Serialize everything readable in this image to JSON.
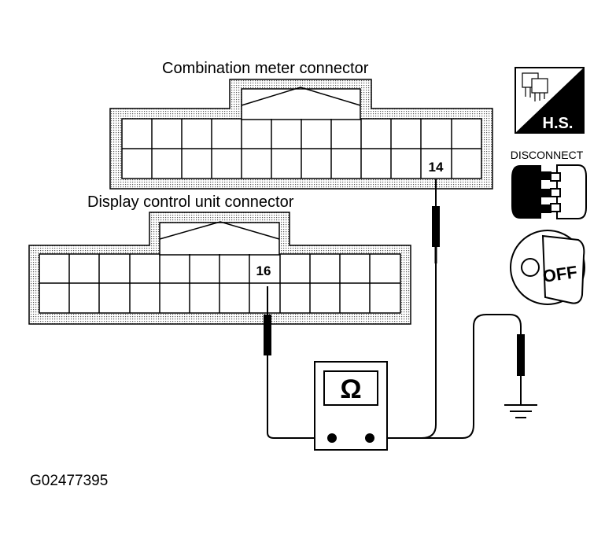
{
  "connectors": {
    "combination_meter": {
      "title": "Combination meter  connector",
      "pin": "14"
    },
    "display_control": {
      "title": "Display control unit connector",
      "pin": "16"
    }
  },
  "meter": {
    "symbol": "Ω"
  },
  "icons": {
    "hs": {
      "icon": "harness-side-icon",
      "label": "H.S."
    },
    "disconnect": {
      "icon": "disconnect-connector-icon",
      "label": "DISCONNECT"
    },
    "ignition": {
      "icon": "ignition-off-key-icon",
      "label": "OFF"
    },
    "ground": {
      "icon": "ground-icon"
    }
  },
  "figure_code": "G02477395"
}
